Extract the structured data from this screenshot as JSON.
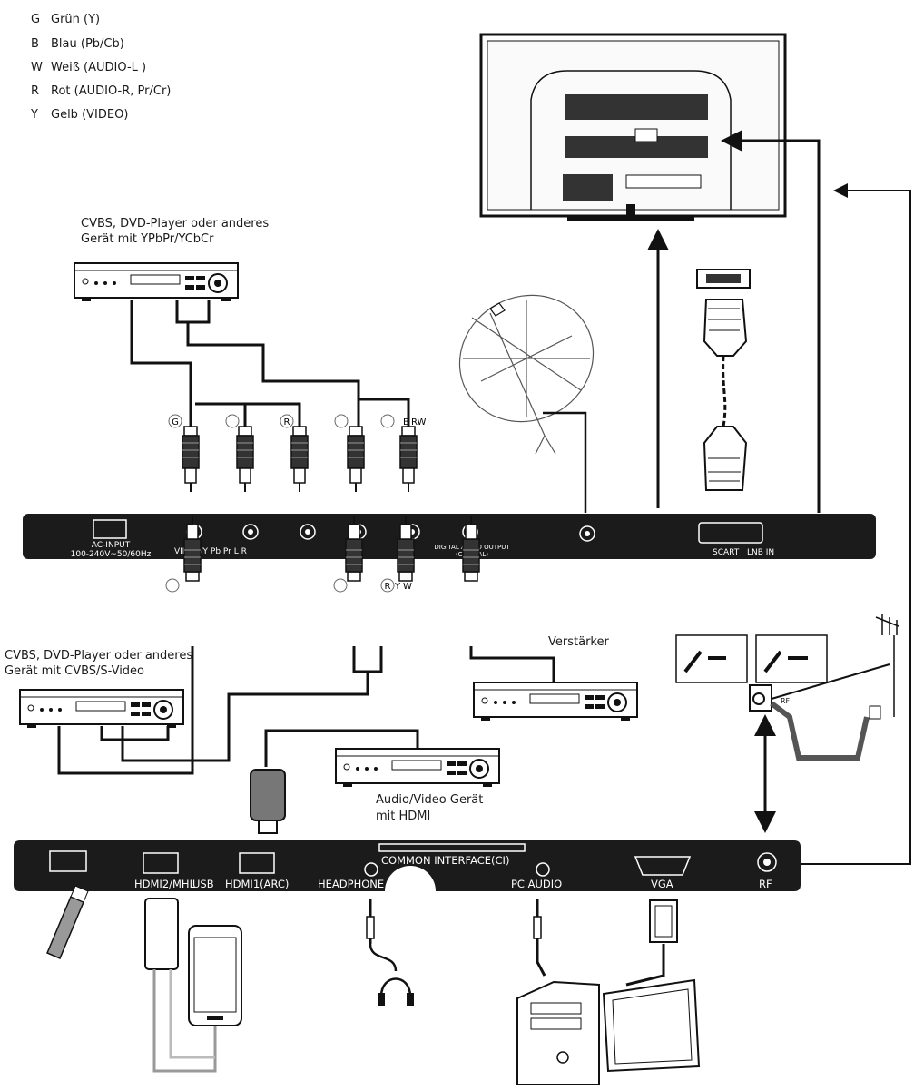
{
  "legend": [
    {
      "code": "G",
      "text": "Grün (Y)"
    },
    {
      "code": "B",
      "text": "Blau (Pb/Cb)"
    },
    {
      "code": "W",
      "text": "Weiß (AUDIO-L )"
    },
    {
      "code": "R",
      "text": "Rot (AUDIO-R, Pr/Cr)"
    },
    {
      "code": "Y",
      "text": "Gelb (VIDEO)"
    }
  ],
  "captions": {
    "dvd_top_1": "CVBS, DVD-Player oder anderes",
    "dvd_top_2": "Gerät mit YPbPr/YCbCr",
    "dvd_left_1": "CVBS, DVD-Player oder anderes",
    "dvd_left_2": "Gerät mit CVBS/S-Video",
    "amplifier": "Verstärker",
    "av_hdmi_1": "Audio/Video Gerät",
    "av_hdmi_2": "mit HDMI"
  },
  "plug_markers_top": [
    "G",
    "",
    "R",
    "",
    "B",
    "RW"
  ],
  "plug_markers_bottom": [
    "",
    "R",
    "Y",
    "W"
  ],
  "upper_panel": {
    "ac_input_1": "AC-INPUT",
    "ac_input_2": "100-240V~50/60Hz",
    "video_label": "VIDEO/Y  Pb  Pr  L  R",
    "digital_audio_1": "DIGITAL AUDIO OUTPUT",
    "digital_audio_2": "(COAXIAL)",
    "scart_label": "SCART",
    "lnb_label": "LNB IN"
  },
  "lower_panel": {
    "hdmi2": "HDMI2/MHL",
    "usb": "USB",
    "hdmi1": "HDMI1(ARC)",
    "headphone": "HEADPHONE",
    "ci": "COMMON INTERFACE(CI)",
    "pc_audio": "PC AUDIO",
    "vga": "VGA",
    "rf": "RF"
  },
  "antenna_rf_label": "RF",
  "colors": {
    "panel": "#1b1b1b",
    "line": "#111111",
    "label": "#ffffff"
  }
}
